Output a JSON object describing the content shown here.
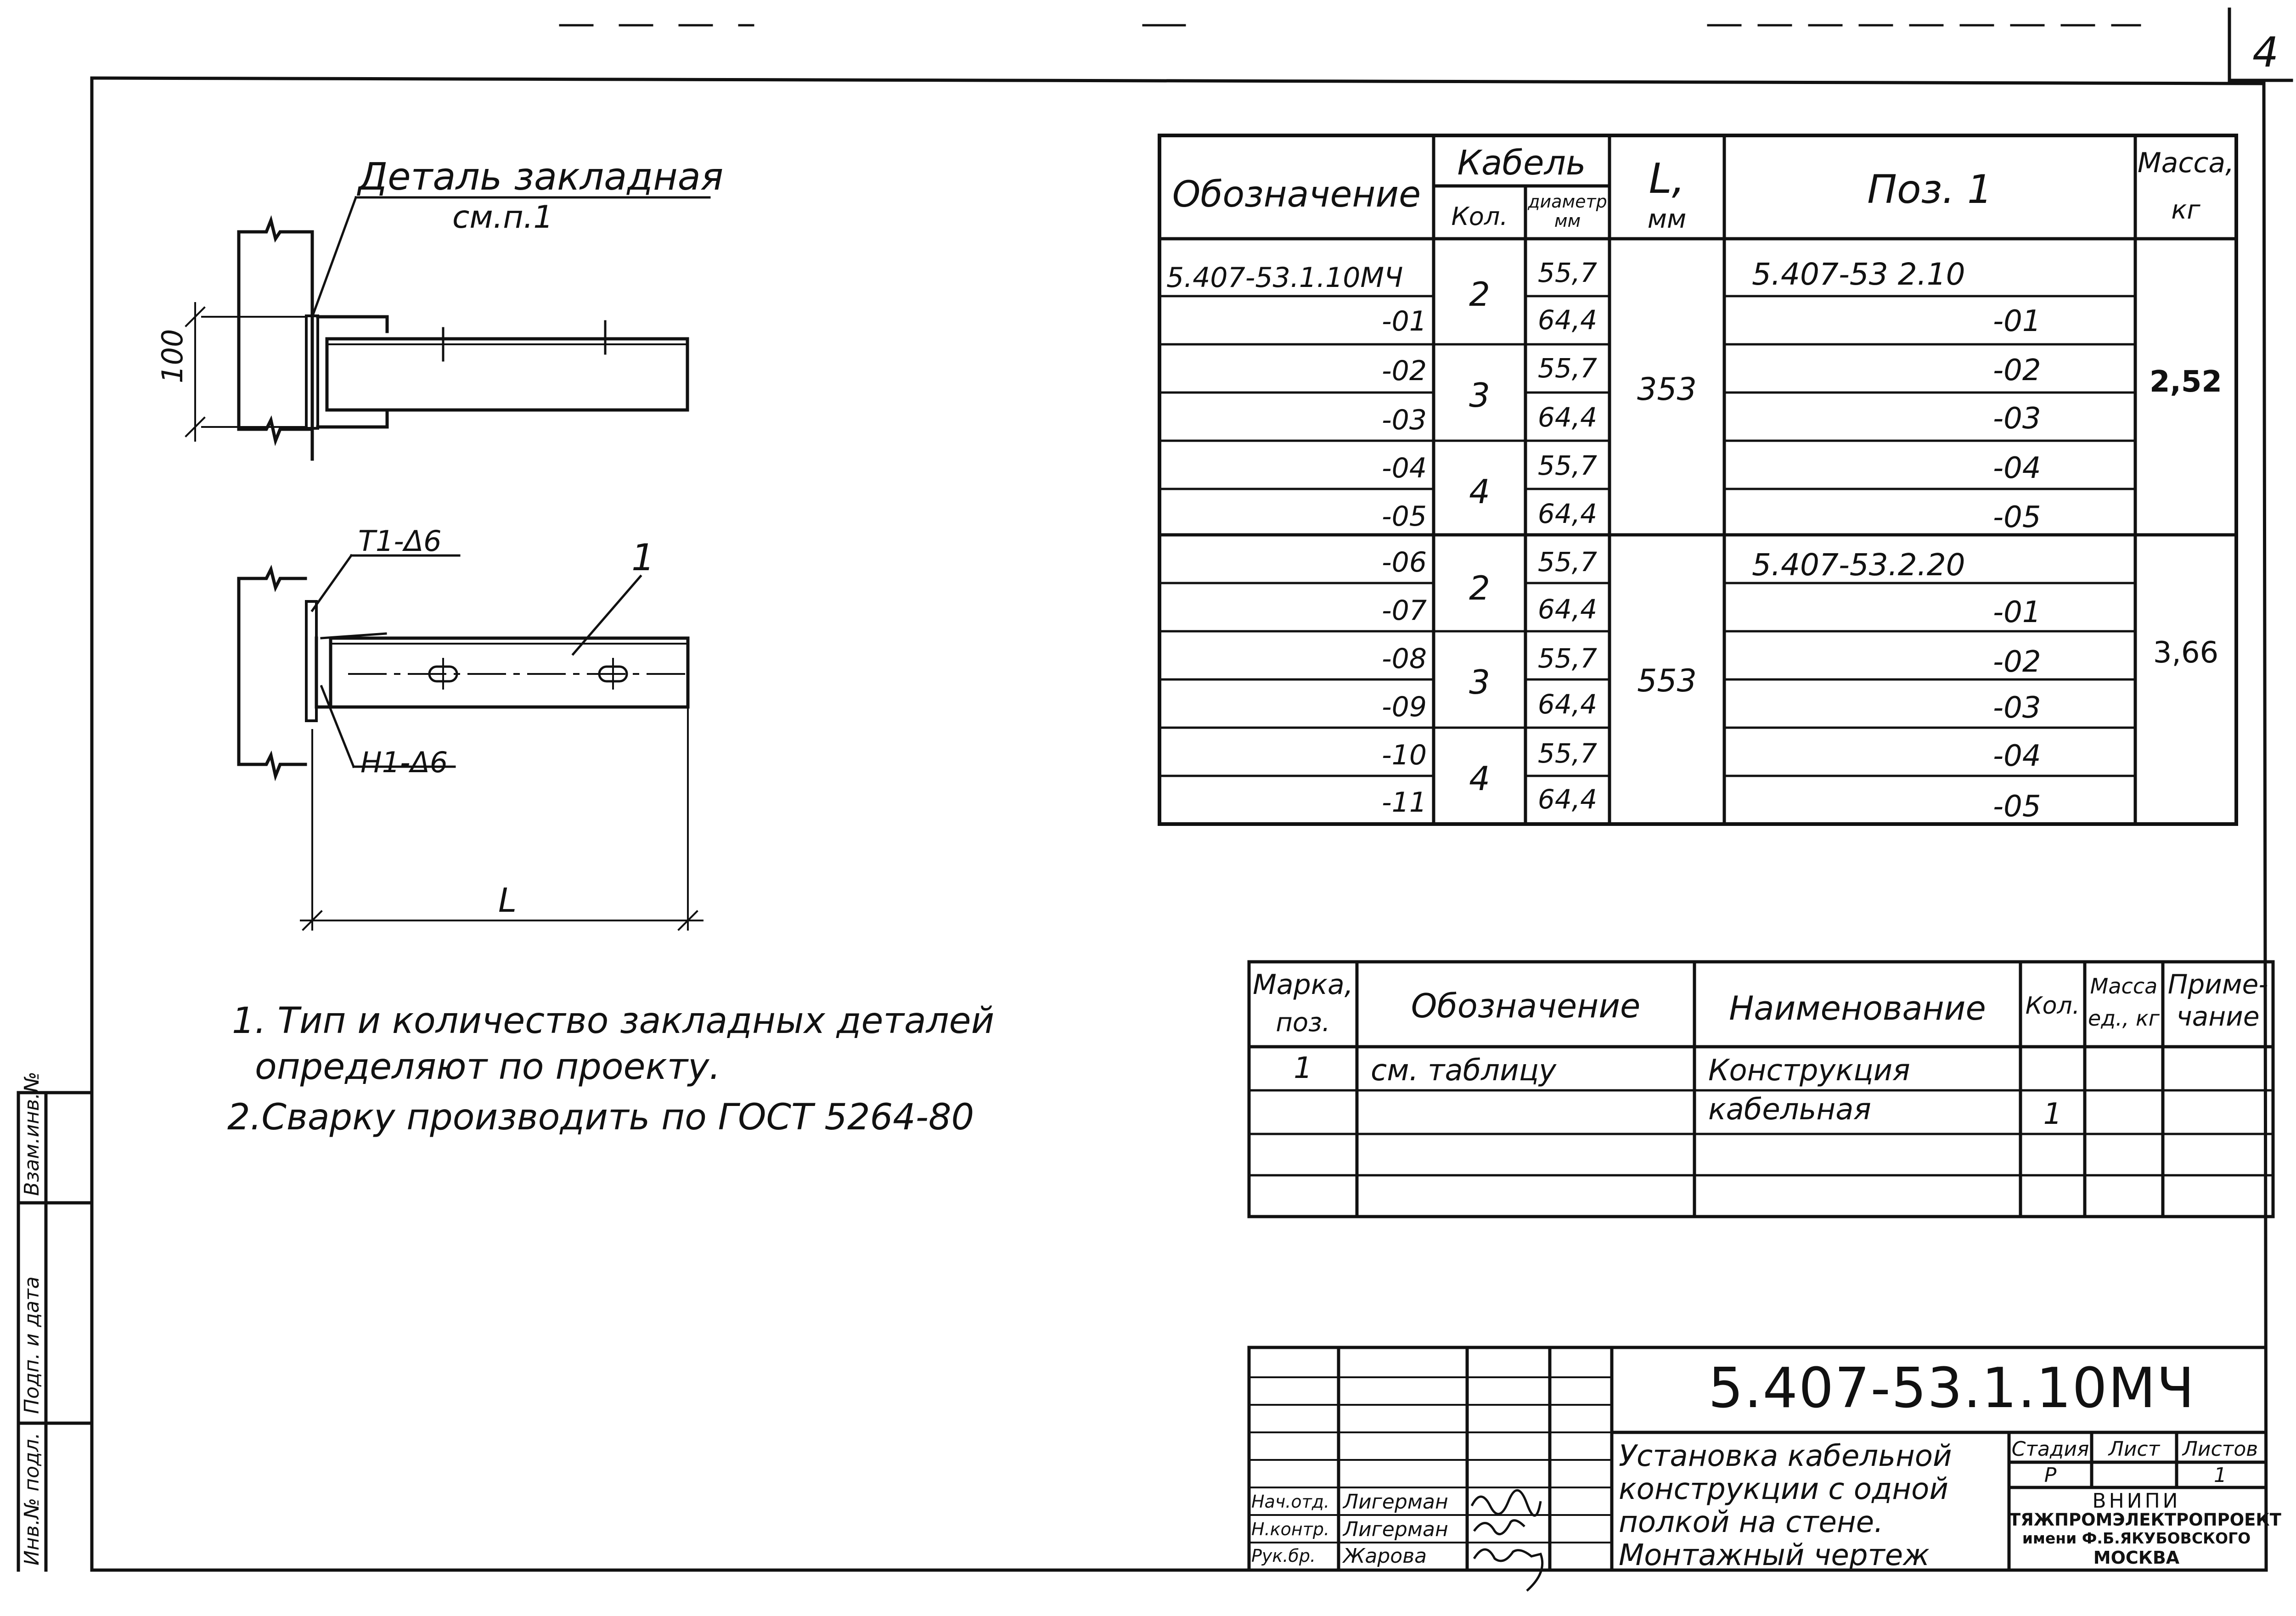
{
  "sheet_number": "4",
  "detail": {
    "callout_title": "Деталь закладная",
    "callout_ref": "см.п.1",
    "dim_100": "100",
    "weld_top": "Т1-Δ6",
    "weld_bottom": "Н1-Δ6",
    "position_mark": "1",
    "dim_L": "L"
  },
  "notes": [
    "1. Тип и количество закладных деталей",
    "определяют по проекту.",
    "2.Сварку производить по ГОСТ 5264-80"
  ],
  "spec_table": {
    "headers": {
      "designation": "Обозначение",
      "cable": "Кабель",
      "cable_qty": "Кол.",
      "cable_diam": "диаметр",
      "cable_diam_unit": "мм",
      "length": "L,",
      "length_unit": "мм",
      "pos1": "Поз. 1",
      "mass": "Масса,",
      "mass_unit": "кг"
    },
    "rows": [
      {
        "designation": "5.407-53.1.10МЧ",
        "diam": "55,7",
        "pos": "5.407-53 2.10"
      },
      {
        "designation": "-01",
        "diam": "64,4",
        "pos": "-01"
      },
      {
        "designation": "-02",
        "diam": "55,7",
        "pos": "-02"
      },
      {
        "designation": "-03",
        "diam": "64,4",
        "pos": "-03"
      },
      {
        "designation": "-04",
        "diam": "55,7",
        "pos": "-04"
      },
      {
        "designation": "-05",
        "diam": "64,4",
        "pos": "-05"
      },
      {
        "designation": "-06",
        "diam": "55,7",
        "pos": "5.407-53.2.20"
      },
      {
        "designation": "-07",
        "diam": "64,4",
        "pos": "-01"
      },
      {
        "designation": "-08",
        "diam": "55,7",
        "pos": "-02"
      },
      {
        "designation": "-09",
        "diam": "64,4",
        "pos": "-03"
      },
      {
        "designation": "-10",
        "diam": "55,7",
        "pos": "-04"
      },
      {
        "designation": "-11",
        "diam": "64,4",
        "pos": "-05"
      }
    ],
    "qty_groups": [
      "2",
      "3",
      "4",
      "2",
      "3",
      "4"
    ],
    "lengths": [
      "353",
      "553"
    ],
    "masses": [
      "2,52",
      "3,66"
    ]
  },
  "parts_table": {
    "headers": {
      "mark": "Марка,",
      "mark2": "поз.",
      "designation": "Обозначение",
      "name": "Наименование",
      "qty": "Кол.",
      "mass": "Масса",
      "mass2": "ед., кг",
      "note": "Приме-",
      "note2": "чание"
    },
    "rows": [
      {
        "mark": "1",
        "designation": "см. таблицу",
        "name": "Конструкция",
        "qty": "",
        "mass": "",
        "note": ""
      },
      {
        "mark": "",
        "designation": "",
        "name": "кабельная",
        "qty": "1",
        "mass": "",
        "note": ""
      }
    ]
  },
  "title_block": {
    "code": "5.407-53.1.10МЧ",
    "title_lines": [
      "Установка кабельной",
      "конструкции с одной",
      "полкой на стене.",
      "Монтажный чертеж"
    ],
    "stage_label": "Стадия",
    "sheet_label": "Лист",
    "sheets_label": "Листов",
    "stage": "Р",
    "sheets": "1",
    "org_lines": [
      "ВНИПИ",
      "ТЯЖПРОМЭЛЕКТРОПРОЕКТ",
      "имени Ф.Б.ЯКУБОВСКОГО",
      "МОСКВА"
    ],
    "signatures": [
      {
        "role": "Нач.отд.",
        "name": "Лигерман"
      },
      {
        "role": "Н.контр.",
        "name": "Лигерман"
      },
      {
        "role": "Рук.бр.",
        "name": "Жарова"
      }
    ]
  },
  "side_stamp": [
    "Инв.№ подл.",
    "Подп. и дата",
    "Взам.инв.№"
  ]
}
